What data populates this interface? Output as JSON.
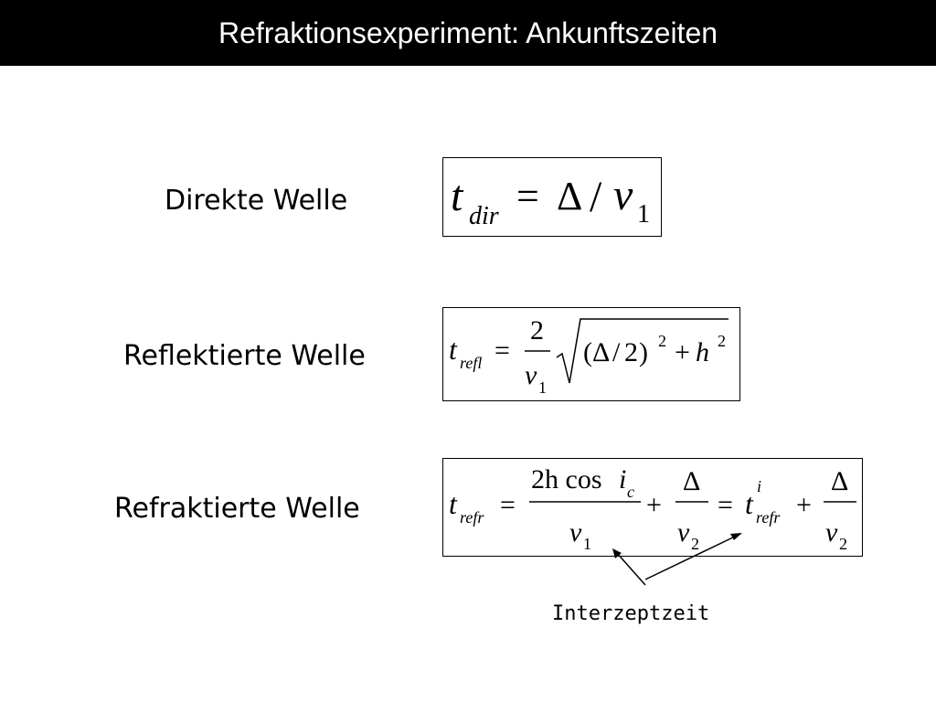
{
  "header": {
    "title": "Refraktionsexperiment: Ankunftszeiten"
  },
  "rows": [
    {
      "label": "Direkte Welle",
      "formula": {
        "t": "t",
        "sub": "dir",
        "eq": "=",
        "delta": "Δ",
        "slash": "/",
        "v": "v",
        "v_sub": "1"
      }
    },
    {
      "label": "Reflektierte Welle",
      "formula": {
        "t": "t",
        "sub": "refl",
        "eq": "=",
        "num": "2",
        "v": "v",
        "v_sub": "1",
        "paren_open": "(",
        "delta": "Δ",
        "slash": "/",
        "two": "2",
        "paren_close": ")",
        "exp": "2",
        "plus": "+",
        "h": "h",
        "h_exp": "2"
      }
    },
    {
      "label": "Refraktierte Welle",
      "formula": {
        "t": "t",
        "sub": "refr",
        "eq": "=",
        "num": "2h cos",
        "i": "i",
        "i_sub": "c",
        "v": "v",
        "v1_sub": "1",
        "plus": "+",
        "delta": "Δ",
        "v2_sub": "2",
        "ti": "t",
        "ti_sup": "i",
        "ti_sub": "refr"
      }
    }
  ],
  "annotation": {
    "label": "Interzeptzeit"
  }
}
